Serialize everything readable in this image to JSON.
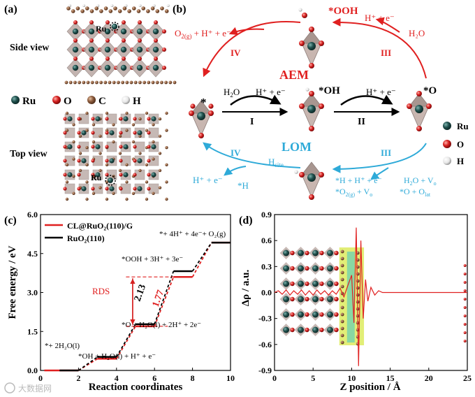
{
  "panels": {
    "a": "(a)",
    "b": "(b)",
    "c": "(c)",
    "d": "(d)"
  },
  "panel_a": {
    "side_view": "Side view",
    "top_view": "Top view",
    "ru_marker": "Ru",
    "legend": [
      {
        "label": "Ru",
        "color": "#1f4f4c"
      },
      {
        "label": "O",
        "color": "#d62020"
      },
      {
        "label": "C",
        "color": "#8b5a3c"
      },
      {
        "label": "H",
        "color": "#f0f0f0"
      }
    ]
  },
  "panel_b": {
    "aem": "AEM",
    "lom": "LOM",
    "star": "*",
    "ooh": "*OOH",
    "oh": "*OH",
    "o": "*O",
    "h_site": "H",
    "h_site_sub": "site",
    "h2o_1": "H",
    "h2o_1_sub": "2",
    "h2o_1_tail": "O",
    "hpe_1": "H⁺ + e⁻",
    "hpe_2": "H⁺ + e⁻",
    "hpe_top_right": "H⁺ + e⁻",
    "h2o_top_right": "H₂O",
    "o2_top_left": "O",
    "o2_top_left_sub": "2(g)",
    "o2_top_left_tail": " + H⁺ + e⁻",
    "steps": {
      "I": "I",
      "II": "II",
      "III_top": "III",
      "IV_top": "IV",
      "III_bot": "III",
      "IV_bot": "IV"
    },
    "lom_left_hpe": "H⁺ + e⁻",
    "lom_left_h": "*H",
    "lom_right_1": "*H + H⁺ + e⁻",
    "lom_right_2a": "*O",
    "lom_right_2b": "2(g)",
    "lom_right_2c": " + V",
    "lom_right_2d": "o",
    "lom_right_3a": "H",
    "lom_right_3b": "2",
    "lom_right_3c": "O + V",
    "lom_right_3d": "o",
    "lom_right_4a": "*O + O",
    "lom_right_4b": "lat",
    "legend": [
      {
        "label": "Ru",
        "color": "#1f4f4c"
      },
      {
        "label": "O",
        "color": "#d62020"
      },
      {
        "label": "H",
        "color": "#f0f0f0"
      }
    ]
  },
  "chart_data": [
    {
      "type": "line",
      "panel": "c",
      "ylabel": "Free energy / eV",
      "xlabel": "Reaction coordinates",
      "xlim": [
        0,
        10
      ],
      "ylim": [
        0,
        6
      ],
      "xticks": [
        0,
        2,
        4,
        6,
        8,
        10
      ],
      "yticks": [
        0.0,
        1.5,
        3.0,
        4.5,
        6.0
      ],
      "ytick_labels": [
        "0.0",
        "1.5",
        "3.0",
        "4.5",
        "6.0"
      ],
      "series": [
        {
          "name": "CL@RuO₂(110)/G",
          "color": "#e02020",
          "style": "solid",
          "steps": [
            [
              1,
              2,
              0.0
            ],
            [
              3,
              4,
              0.45
            ],
            [
              5,
              6,
              1.7
            ],
            [
              7,
              8,
              3.6
            ],
            [
              9,
              10,
              4.92
            ]
          ]
        },
        {
          "name": "RuO₂(110)",
          "color": "#000000",
          "style": "solid",
          "steps": [
            [
              1,
              2,
              0.0
            ],
            [
              3,
              4,
              0.52
            ],
            [
              5,
              6,
              1.78
            ],
            [
              7,
              8,
              3.82
            ],
            [
              9,
              10,
              4.92
            ]
          ]
        }
      ],
      "annotations": {
        "s1": "*+ 2H₂O(l)",
        "s2": "*OH + H₂O(l) + H⁺ + e⁻",
        "s3": "*O + H₂O(l) + 2H⁺ + 2e⁻",
        "s4": "*OOH + 3H⁺ + 3e⁻",
        "s5": "*+ 4H⁺ + 4e⁻+ O₂(g)",
        "rds": "RDS",
        "gap_black": "2.13",
        "gap_red": "1.77"
      }
    },
    {
      "type": "line",
      "panel": "d",
      "ylabel": "Δρ / a.u.",
      "xlabel": "Z position / Å",
      "xlim": [
        0,
        25
      ],
      "ylim": [
        -0.9,
        0.9
      ],
      "xticks": [
        0,
        5,
        10,
        15,
        20,
        25
      ],
      "yticks": [
        0.9,
        0.6,
        0.3,
        0.0,
        -0.3,
        -0.6,
        -0.9
      ],
      "ytick_labels": [
        "0.9",
        "0.6",
        "0.3",
        "0.0",
        "-0.3",
        "-0.6",
        "-0.9"
      ],
      "series": [
        {
          "name": "",
          "color": "#e02020",
          "x": [
            0,
            0.5,
            1,
            1.5,
            2,
            2.5,
            3,
            3.5,
            4,
            4.5,
            5,
            5.5,
            6,
            6.5,
            7,
            7.5,
            8,
            8.5,
            9,
            9.5,
            10,
            10.3,
            10.6,
            10.9,
            11.2,
            11.5,
            11.8,
            12.1,
            12.5,
            13,
            13.5,
            14,
            15,
            20,
            25
          ],
          "y": [
            0,
            0.02,
            -0.02,
            0.03,
            -0.03,
            0.02,
            -0.02,
            0.03,
            -0.03,
            0.02,
            -0.03,
            0.03,
            -0.02,
            0.02,
            -0.03,
            0.02,
            -0.02,
            0.05,
            -0.05,
            0.08,
            0.2,
            -0.35,
            0.75,
            -0.85,
            0.6,
            -0.3,
            0.15,
            -0.1,
            0.06,
            -0.03,
            0.02,
            0,
            0,
            0,
            0
          ]
        }
      ]
    }
  ],
  "watermark": "大数据网"
}
